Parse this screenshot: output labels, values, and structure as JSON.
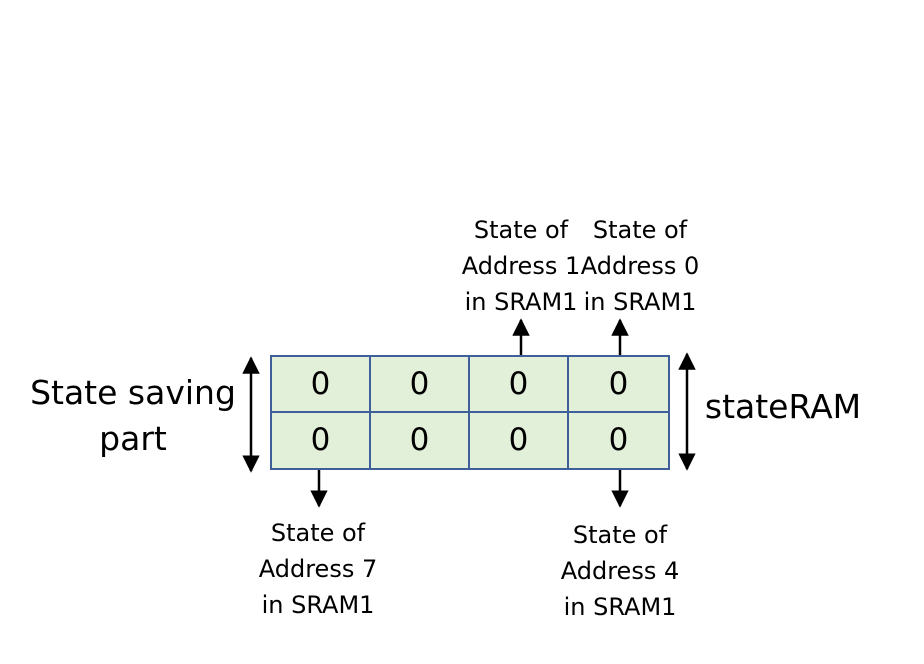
{
  "cells": [
    [
      "0",
      "0",
      "0",
      "0"
    ],
    [
      "0",
      "0",
      "0",
      "0"
    ]
  ],
  "labels": {
    "top_addr1": [
      "State of",
      "Address 1",
      "in SRAM1"
    ],
    "top_addr0": [
      "State of",
      "Address 0",
      "in SRAM1"
    ],
    "bottom_addr7": [
      "State of",
      "Address 7",
      "in SRAM1"
    ],
    "bottom_addr4": [
      "State of",
      "Address 4",
      "in SRAM1"
    ],
    "left": [
      "State saving",
      "part"
    ],
    "right": "stateRAM"
  },
  "colors": {
    "cell_fill": "#e2efd9",
    "cell_border": "#3f5f9a",
    "arrow": "#000000"
  }
}
